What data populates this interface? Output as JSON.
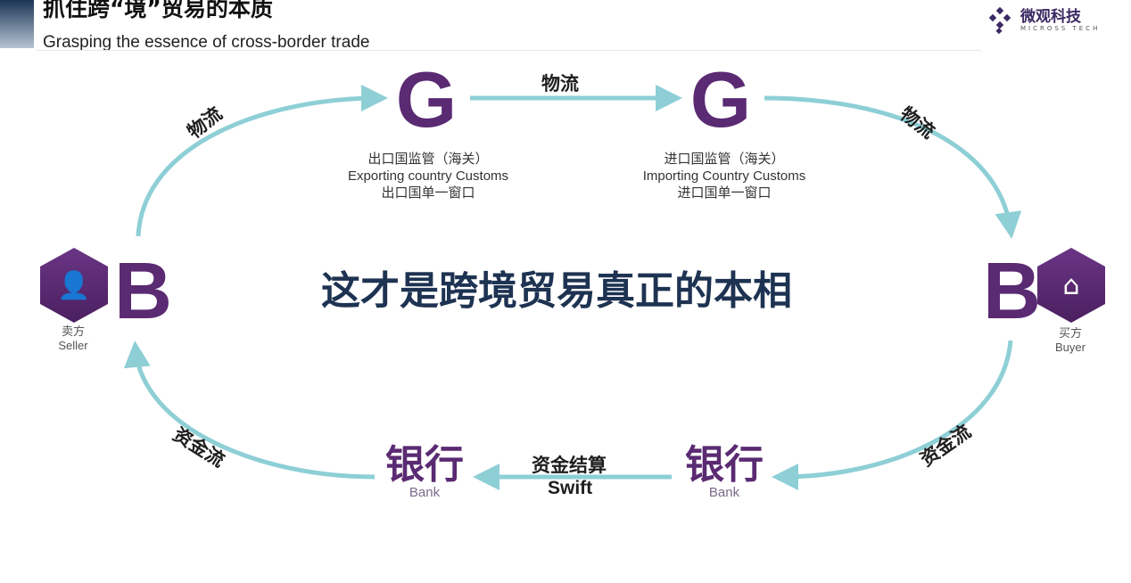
{
  "header": {
    "title": "抓住跨“境”贸易的本质",
    "subtitle": "Grasping the essence of cross-border trade"
  },
  "logo": {
    "cn": "微观科技",
    "en": "MICROSS TECH"
  },
  "center_text": "这才是跨境贸易真正的本相",
  "customs": [
    {
      "letter": "G",
      "line1": "出口国监管（海关）",
      "line2": "Exporting country Customs",
      "line3": "出口国单一窗口"
    },
    {
      "letter": "G",
      "line1": "进口国监管（海关）",
      "line2": "Importing Country Customs",
      "line3": "进口国单一窗口"
    }
  ],
  "seller": {
    "letter": "B",
    "cn": "卖方",
    "en": "Seller"
  },
  "buyer": {
    "letter": "B",
    "cn": "买方",
    "en": "Buyer"
  },
  "banks": [
    {
      "cn": "银行",
      "en": "Bank"
    },
    {
      "cn": "银行",
      "en": "Bank"
    }
  ],
  "flows": {
    "logistics_left": "物流",
    "logistics_mid": "物流",
    "logistics_right": "物流",
    "funds_left": "资金流",
    "funds_right": "资金流",
    "settlement": "资金结算",
    "swift": "Swift"
  },
  "colors": {
    "purple": "#5a2a72",
    "arrow": "#8ecfd6",
    "navy": "#1e3352"
  }
}
